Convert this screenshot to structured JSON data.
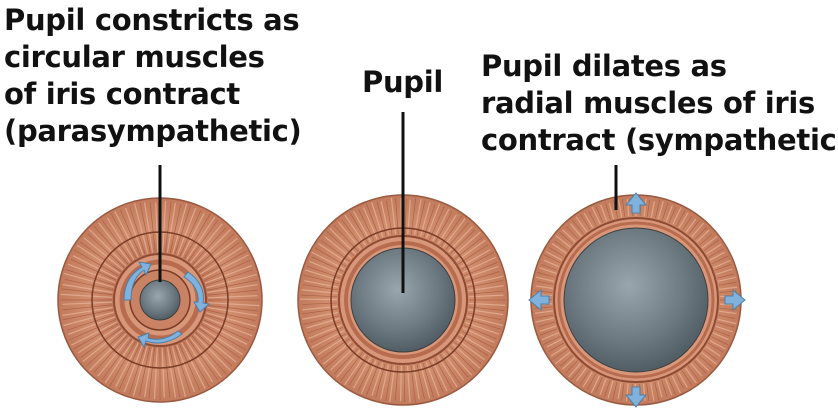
{
  "labels": {
    "left": "Pupil constricts as\ncircular muscles\nof iris contract\n(parasympathetic)",
    "middle": "Pupil",
    "right": "Pupil dilates as\nradial muscles of iris\ncontract (sympathetic)"
  },
  "colors": {
    "iris": "#c9805f",
    "iris_dark": "#8e4a33",
    "iris_light": "#e3b093",
    "pupil": "#5d6a72",
    "pupil_light": "#8e9ba3",
    "arrow": "#7fb2dd",
    "line": "#111111"
  },
  "icons": {
    "circular_arrows": "curved-arrow-icon",
    "radial_arrows": "outward-arrow-icon"
  }
}
